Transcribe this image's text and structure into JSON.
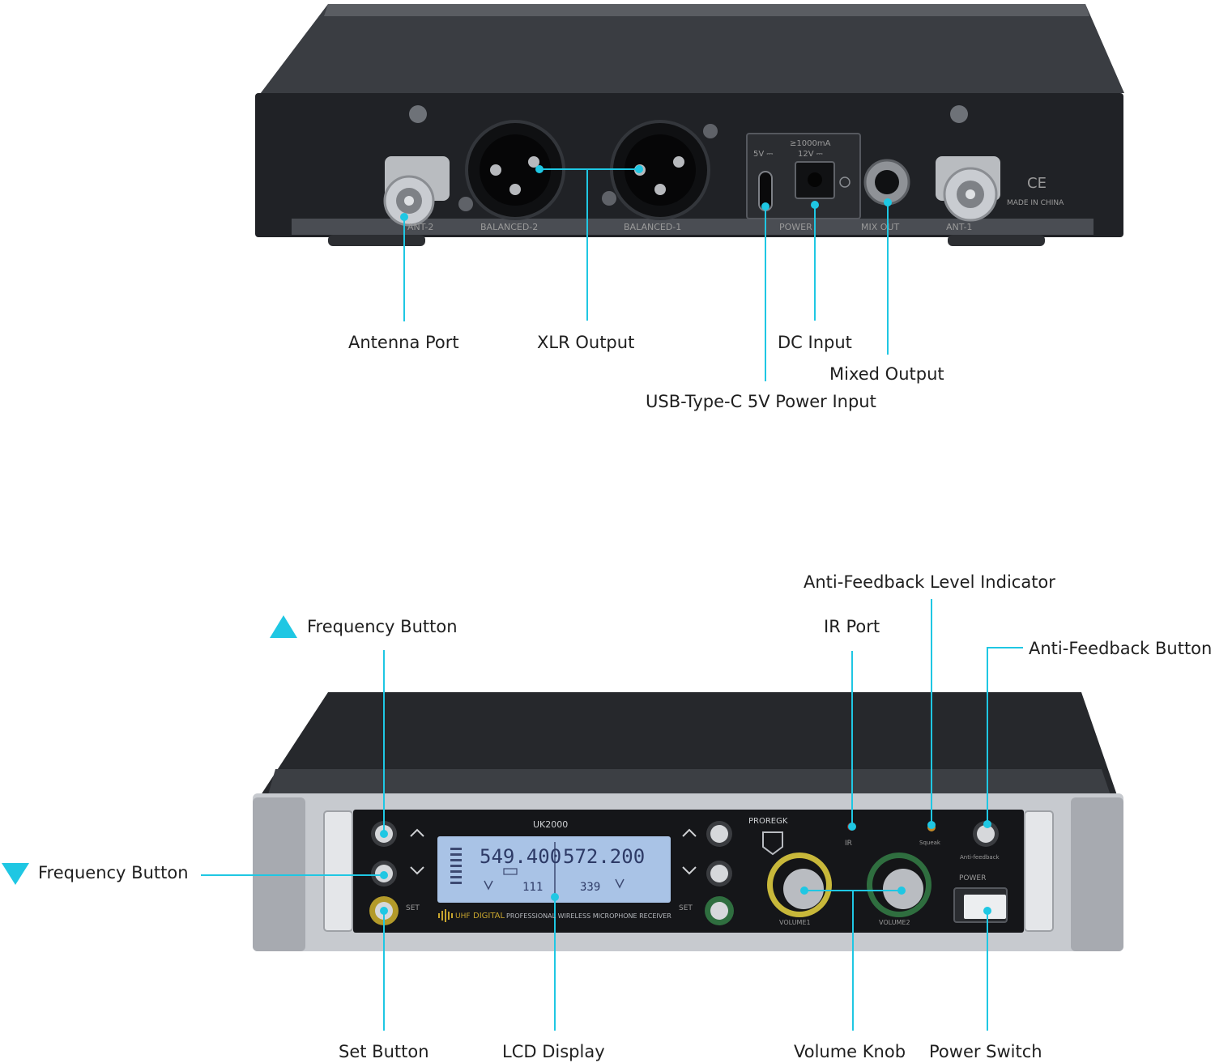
{
  "colors": {
    "callout": "#1fc7e3",
    "chassis": "#2b2e33",
    "panel": "#18191c",
    "lcd": "#a9c3e6",
    "silver": "#c9ccd1"
  },
  "rear": {
    "panel_labels": {
      "ant2": "ANT-2",
      "bal2": "BALANCED-2",
      "bal1": "BALANCED-1",
      "power": "POWER",
      "mix": "MIX OUT",
      "ant1": "ANT-1",
      "v5": "5V ⎓",
      "ma": "≥1000mA",
      "v12": "12V ⎓",
      "made": "MADE IN CHINA",
      "ce": "CE"
    },
    "callouts": {
      "antenna": "Antenna Port",
      "xlr": "XLR Output",
      "dc": "DC Input",
      "mixed": "Mixed Output",
      "usbc": "USB-Type-C 5V Power Input"
    }
  },
  "front": {
    "model": "UK2000",
    "brand": "PROREGK",
    "lcd_freq_1": "549.400",
    "lcd_freq_2": "572.200",
    "lcd_ch_1": "111",
    "lcd_ch_2": "339",
    "tagline_uhf": "UHF",
    "tagline_digital": "DIGITAL",
    "tagline_rest": "PROFESSIONAL WIRELESS MICROPHONE RECEIVER",
    "set_left": "SET",
    "set_right": "SET",
    "ir": "IR",
    "squeak": "Squeak",
    "anti": "Anti-feedback",
    "power": "POWER",
    "vol1": "VOLUME1",
    "vol2": "VOLUME2",
    "callouts": {
      "freq_up": "Frequency Button",
      "freq_down": "Frequency Button",
      "set": "Set Button",
      "lcd": "LCD Display",
      "volume": "Volume Knob",
      "power": "Power Switch",
      "ir": "IR Port",
      "af_level": "Anti-Feedback Level Indicator",
      "af_button": "Anti-Feedback Button"
    }
  }
}
